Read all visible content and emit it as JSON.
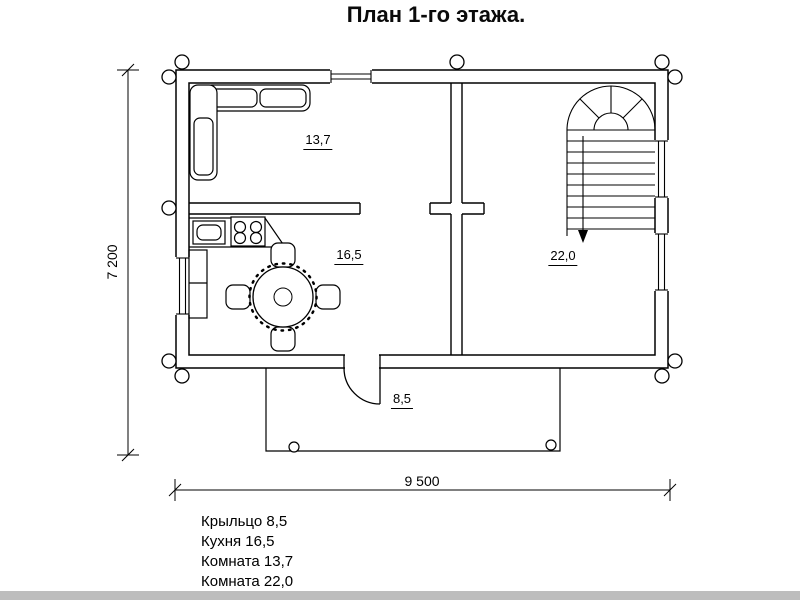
{
  "title": "План 1-го этажа.",
  "dimensions": {
    "height": "7 200",
    "width": "9 500"
  },
  "rooms": {
    "room_top_left_area": "13,7",
    "kitchen_area": "16,5",
    "room_right_area": "22,0",
    "porch_area": "8,5"
  },
  "legend": [
    "Крыльцо 8,5",
    "Кухня 16,5",
    "Комната 13,7",
    "Комната 22,0"
  ],
  "colors": {
    "line": "#000000",
    "background": "#ffffff",
    "footer_bar": "#bdbdbd"
  }
}
